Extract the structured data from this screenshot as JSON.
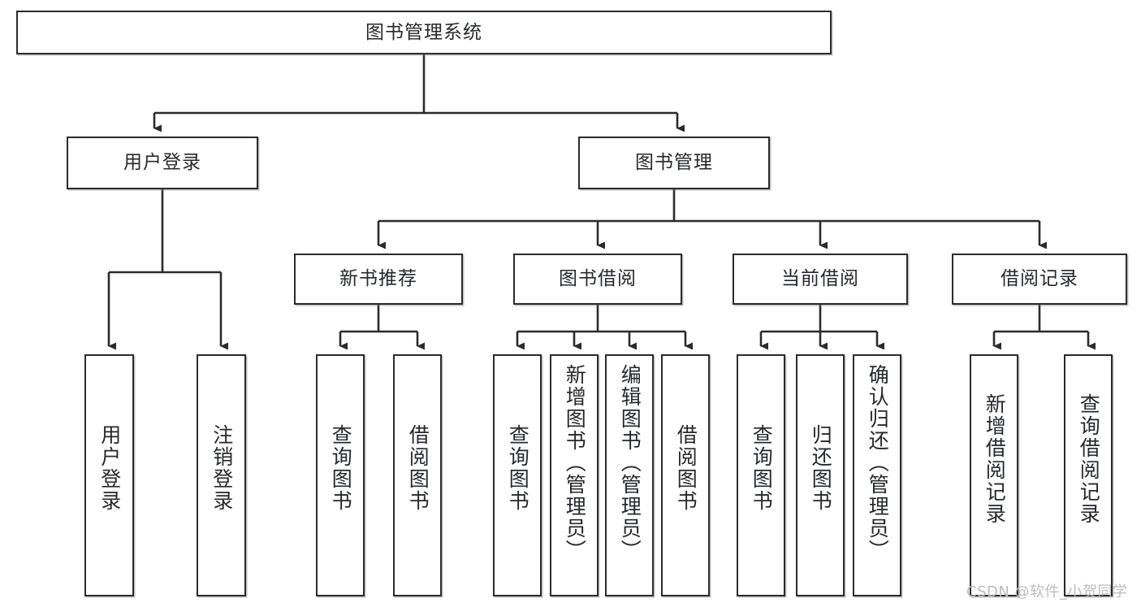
{
  "diagram": {
    "type": "tree-hierarchy",
    "title": "图书管理系统",
    "root": {
      "label": "图书管理系统",
      "children": [
        {
          "label": "用户登录",
          "children": [
            {
              "label": "用户登录"
            },
            {
              "label": "注销登录"
            }
          ]
        },
        {
          "label": "图书管理",
          "children": [
            {
              "label": "新书推荐",
              "children": [
                {
                  "label": "查询图书"
                },
                {
                  "label": "借阅图书"
                }
              ]
            },
            {
              "label": "图书借阅",
              "children": [
                {
                  "label": "查询图书"
                },
                {
                  "label": "新增图书（管理员）"
                },
                {
                  "label": "编辑图书（管理员）"
                },
                {
                  "label": "借阅图书"
                }
              ]
            },
            {
              "label": "当前借阅",
              "children": [
                {
                  "label": "查询图书"
                },
                {
                  "label": "归还图书"
                },
                {
                  "label": "确认归还（管理员）"
                }
              ]
            },
            {
              "label": "借阅记录",
              "children": [
                {
                  "label": "新增借阅记录"
                },
                {
                  "label": "查询借阅记录"
                }
              ]
            }
          ]
        }
      ]
    }
  },
  "nodes": {
    "root": "图书管理系统",
    "l1_user_login": "用户登录",
    "l1_book_manage": "图书管理",
    "l2_new_book_rec": "新书推荐",
    "l2_book_borrow": "图书借阅",
    "l2_current_borrow": "当前借阅",
    "l2_borrow_record": "借阅记录",
    "l3_user_login": "用户登录",
    "l3_logout": "注销登录",
    "l3_query_book_a": "查询图书",
    "l3_borrow_book_a": "借阅图书",
    "l3_query_book_b": "查询图书",
    "l3_add_book": "新增图书（管理员）",
    "l3_edit_book": "编辑图书（管理员）",
    "l3_borrow_book_b": "借阅图书",
    "l3_query_book_c": "查询图书",
    "l3_return_book": "归还图书",
    "l3_confirm_return": "确认归还（管理员）",
    "l3_add_record": "新增借阅记录",
    "l3_query_record": "查询借阅记录"
  },
  "watermark": {
    "text": "CSDN @软件_小贺同学"
  },
  "colors": {
    "border": "#2b2b2b",
    "text": "#26282b",
    "background": "#ffffff",
    "watermark": "#b9bcc0"
  }
}
